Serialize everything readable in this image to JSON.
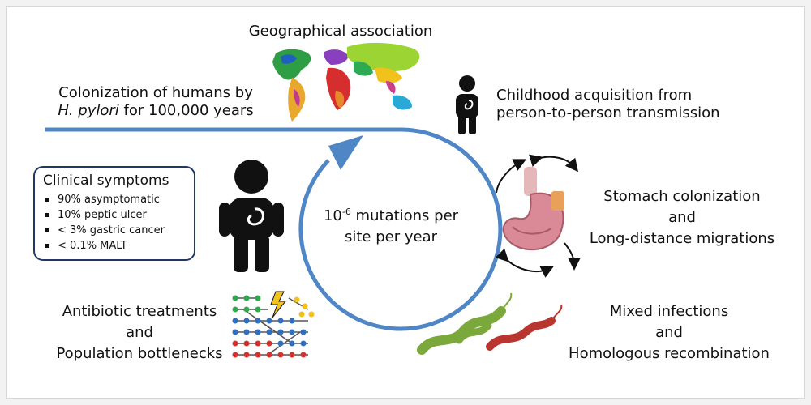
{
  "geographical_association": "Geographical association",
  "colonization": {
    "line1": "Colonization of humans by",
    "species": "H. pylori",
    "line2_rest": " for 100,000 years"
  },
  "childhood": {
    "line1": "Childhood acquisition from",
    "line2": "person-to-person transmission"
  },
  "clinical": {
    "title": "Clinical symptoms",
    "items": [
      "90% asymptomatic",
      "10% peptic ulcer",
      "< 3% gastric cancer",
      "< 0.1% MALT"
    ]
  },
  "mutation": {
    "base": "10",
    "exponent": "-6",
    "rest_line1": " mutations per",
    "line2": "site per year"
  },
  "stomach": {
    "line1": "Stomach colonization",
    "line2": "and",
    "line3": "Long-distance migrations"
  },
  "antibiotic": {
    "line1": "Antibiotic treatments",
    "line2": "and",
    "line3": "Population bottlenecks"
  },
  "mixed": {
    "line1": "Mixed infections",
    "line2": "and",
    "line3": "Homologous recombination"
  },
  "colors": {
    "cycle": "#4f86c6",
    "box_border": "#1f3864",
    "stomach": "#d98a96",
    "bacteria_green": "#7aa83a",
    "bacteria_red": "#b8362f"
  }
}
